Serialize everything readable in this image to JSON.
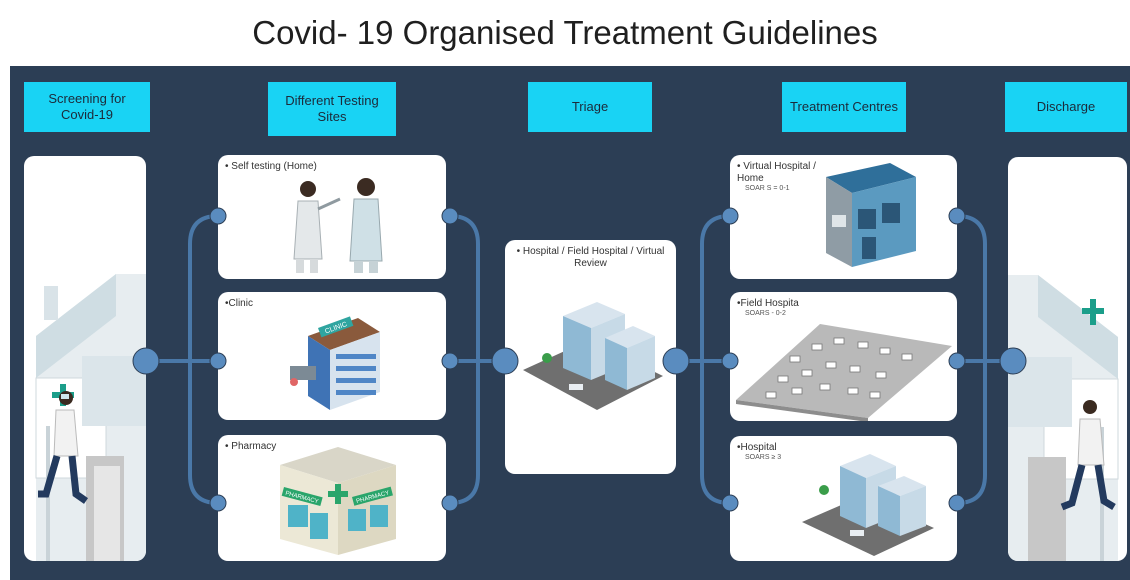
{
  "title": "Covid- 19 Organised Treatment Guidelines",
  "stages": [
    {
      "label": "Screening for Covid-19"
    },
    {
      "label": "Different Testing Sites"
    },
    {
      "label": "Triage"
    },
    {
      "label": "Treatment Centres"
    },
    {
      "label": "Discharge"
    }
  ],
  "testing_sites": [
    {
      "label": "• Self testing (Home)"
    },
    {
      "label": "•Clinic"
    },
    {
      "label": "• Pharmacy"
    }
  ],
  "triage_card": {
    "label": "• Hospital / Field Hospital / Virtual Review"
  },
  "treatment_centres": [
    {
      "label": "• Virtual Hospital / Home",
      "sub": "SOAR S = 0-1"
    },
    {
      "label": "•Field Hospita",
      "sub": "SOARS - 0-2"
    },
    {
      "label": "•Hospital",
      "sub": "SOARS ≥ 3"
    }
  ],
  "illustration_text": {
    "clinic_sign": "CLINIC",
    "pharmacy_sign_left": "PHARMACY",
    "pharmacy_sign_right": "PHARMACY"
  },
  "colors": {
    "background": "#2c3e55",
    "header": "#19d3f4",
    "connector": "#4a78a8",
    "node": "#5a8cbf",
    "card": "#ffffff"
  }
}
